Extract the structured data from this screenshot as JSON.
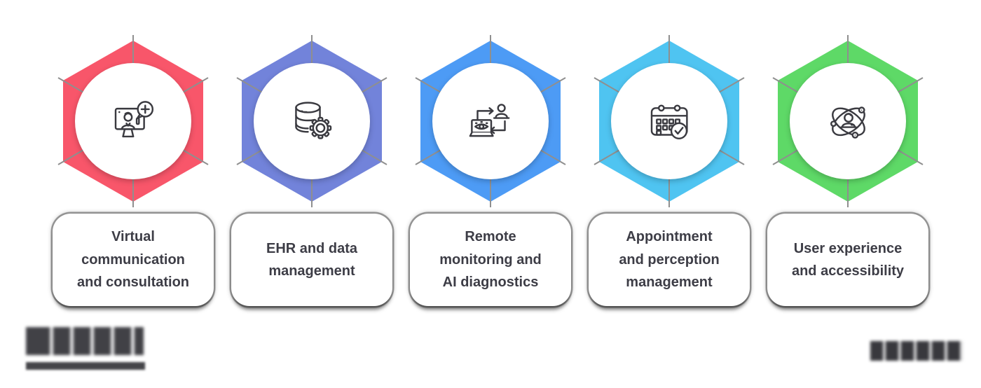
{
  "diagram": {
    "title": "telehealth-features-hexagon-diagram",
    "background_color": "#ffffff",
    "spoke_color": "#8f8f8f",
    "label_text_color": "#3d3d46",
    "modules": [
      {
        "label": [
          "Virtual",
          "communication",
          "and consultation"
        ],
        "color": "#F8566A",
        "icon": "telemedicine-doctor-screen-icon"
      },
      {
        "label": [
          "EHR and data",
          "management"
        ],
        "color": "#7283DA",
        "icon": "database-gear-icon"
      },
      {
        "label": [
          "Remote",
          "monitoring and",
          "AI diagnostics"
        ],
        "color": "#4D9BF5",
        "icon": "remote-monitoring-laptop-eye-icon"
      },
      {
        "label": [
          "Appointment",
          "and perception",
          "management"
        ],
        "color": "#4FC4F1",
        "icon": "calendar-check-icon"
      },
      {
        "label": [
          "User experience",
          "and accessibility"
        ],
        "color": "#5ED967",
        "icon": "user-orbit-icon"
      }
    ],
    "footer": {
      "left_logo": "blurred-wordmark-with-tagline",
      "right_logo": "blurred-wordmark"
    }
  }
}
